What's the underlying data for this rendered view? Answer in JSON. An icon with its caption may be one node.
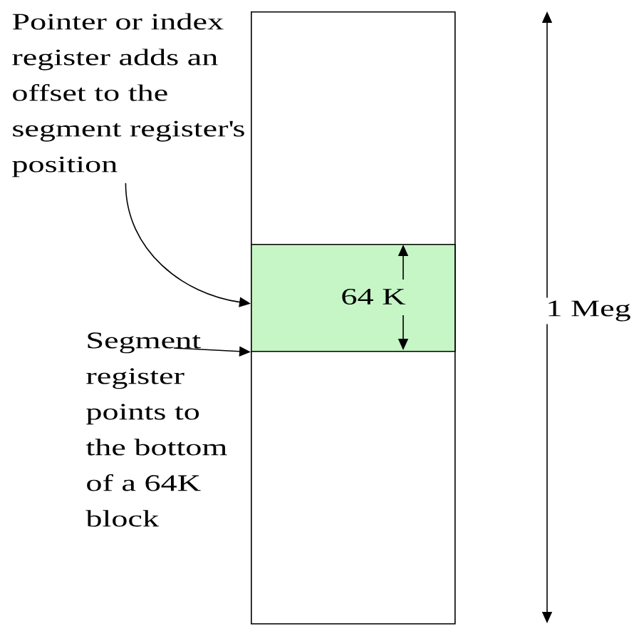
{
  "diagram": {
    "nodes": [
      {
        "text": [],
        "shape": "box"
      },
      {
        "text": [
          "64 K"
        ],
        "in": 0
      },
      {
        "text": [
          "Pointer or index register adds an offset to the segment register's position"
        ]
      },
      {
        "text": [
          "Segment register points to the bottom of a 64K block"
        ]
      }
    ],
    "edges": [
      {
        "from": 2,
        "to": 1,
        "arrow": "to"
      },
      {
        "from": 3,
        "to": 1,
        "arrow": "to"
      }
    ],
    "labels": [
      "1 Meg"
    ]
  }
}
